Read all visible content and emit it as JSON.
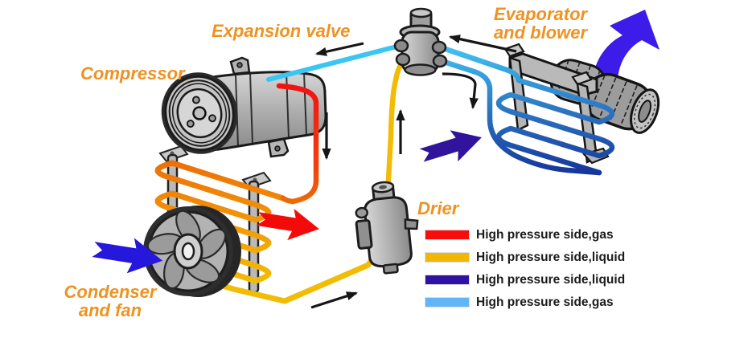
{
  "diagram": {
    "components": {
      "compressor": {
        "label": "Compressor"
      },
      "expansion_valve": {
        "label": "Expansion valve"
      },
      "evaporator": {
        "label_line1": "Evaporator",
        "label_line2": "and blower"
      },
      "drier": {
        "label": "Drier"
      },
      "condenser": {
        "label_line1": "Condenser",
        "label_line2": "and fan"
      }
    },
    "label_color": "#EF9221",
    "legend": {
      "items": [
        {
          "name": "high-pressure-gas",
          "color": "#F80C0C",
          "label": "High pressure side,gas"
        },
        {
          "name": "high-pressure-liquid",
          "color": "#F2B705",
          "label": "High pressure side,liquid"
        },
        {
          "name": "low-pressure-liquid",
          "color": "#2E12A3",
          "label": "High pressure side,liquid"
        },
        {
          "name": "low-pressure-gas",
          "color": "#62B5F6",
          "label": "High pressure side,gas"
        }
      ]
    },
    "pipes": {
      "suction_gas": "#3BC5F2",
      "discharge_start": "#F21111",
      "discharge_mid": "#F2420C",
      "discharge_end": "#ED6B07",
      "condenser_top": "#ED6B07",
      "condenser_mid": "#F29D08",
      "condenser_bottom": "#F2C805",
      "liquid": "#F2BC05",
      "evap_top": "#41C7F4",
      "evap_mid": "#2F7EC8",
      "evap_bottom": "#16369B"
    },
    "arrows": {
      "cold_air_out": "#3D1BE9",
      "air_into_evaporator": "#31149B",
      "air_into_fan": "#2617DC",
      "hot_air_out": "#F50A0A",
      "flow_direction": "#161616"
    },
    "metal": {
      "light": "#d6d6d6",
      "mid": "#aeaeae",
      "dark": "#8a8a8a",
      "outline": "#1c1c1c"
    }
  }
}
